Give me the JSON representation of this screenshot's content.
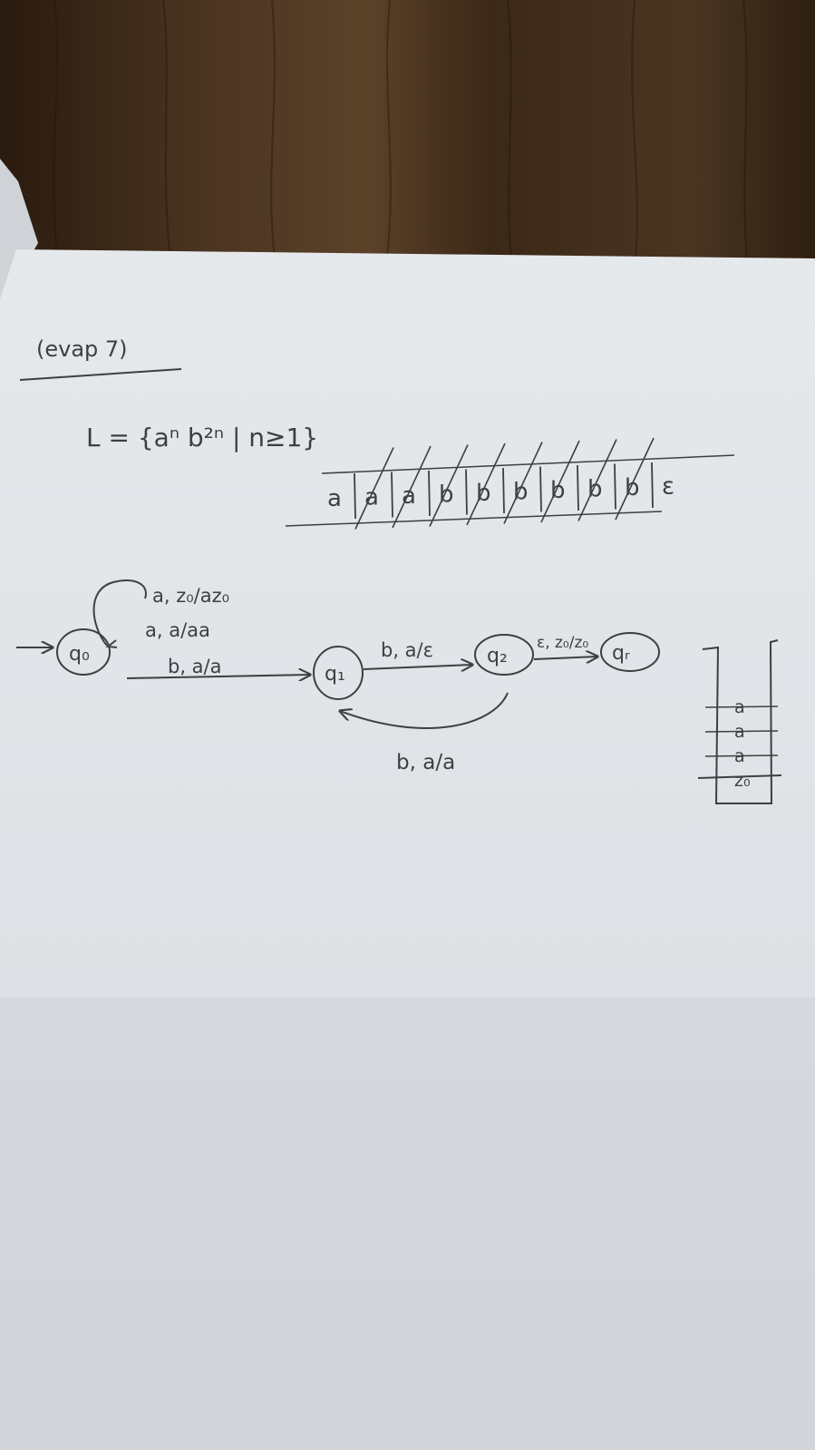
{
  "header": {
    "title": "(evap 7)"
  },
  "language": {
    "definition": "L = {aⁿ b²ⁿ | n≥1}"
  },
  "tape": {
    "cells": [
      "a",
      "a",
      "a",
      "b",
      "b",
      "b",
      "b",
      "b",
      "b",
      "ε"
    ]
  },
  "automaton": {
    "states": [
      {
        "id": "q0",
        "label": "q₀",
        "start": true
      },
      {
        "id": "q1",
        "label": "q₁"
      },
      {
        "id": "q2",
        "label": "q₂"
      },
      {
        "id": "qf",
        "label": "qᵣ"
      }
    ],
    "transitions": [
      {
        "from": "q0",
        "to": "q0",
        "labels": [
          "a, z₀/az₀",
          "a, a/aa"
        ]
      },
      {
        "from": "q0",
        "to": "q1",
        "labels": [
          "b, a/a"
        ]
      },
      {
        "from": "q1",
        "to": "q2",
        "labels": [
          "b, a/ε"
        ]
      },
      {
        "from": "q2",
        "to": "q1",
        "labels": [
          "b, a/a"
        ]
      },
      {
        "from": "q2",
        "to": "qf",
        "labels": [
          "ε, z₀/z₀"
        ]
      }
    ]
  },
  "stack": {
    "items": [
      "a",
      "a",
      "a",
      "z₀"
    ]
  },
  "colors": {
    "ink": "#3d3f44",
    "paper": "#e4e7ea",
    "table": "#3a2817"
  }
}
